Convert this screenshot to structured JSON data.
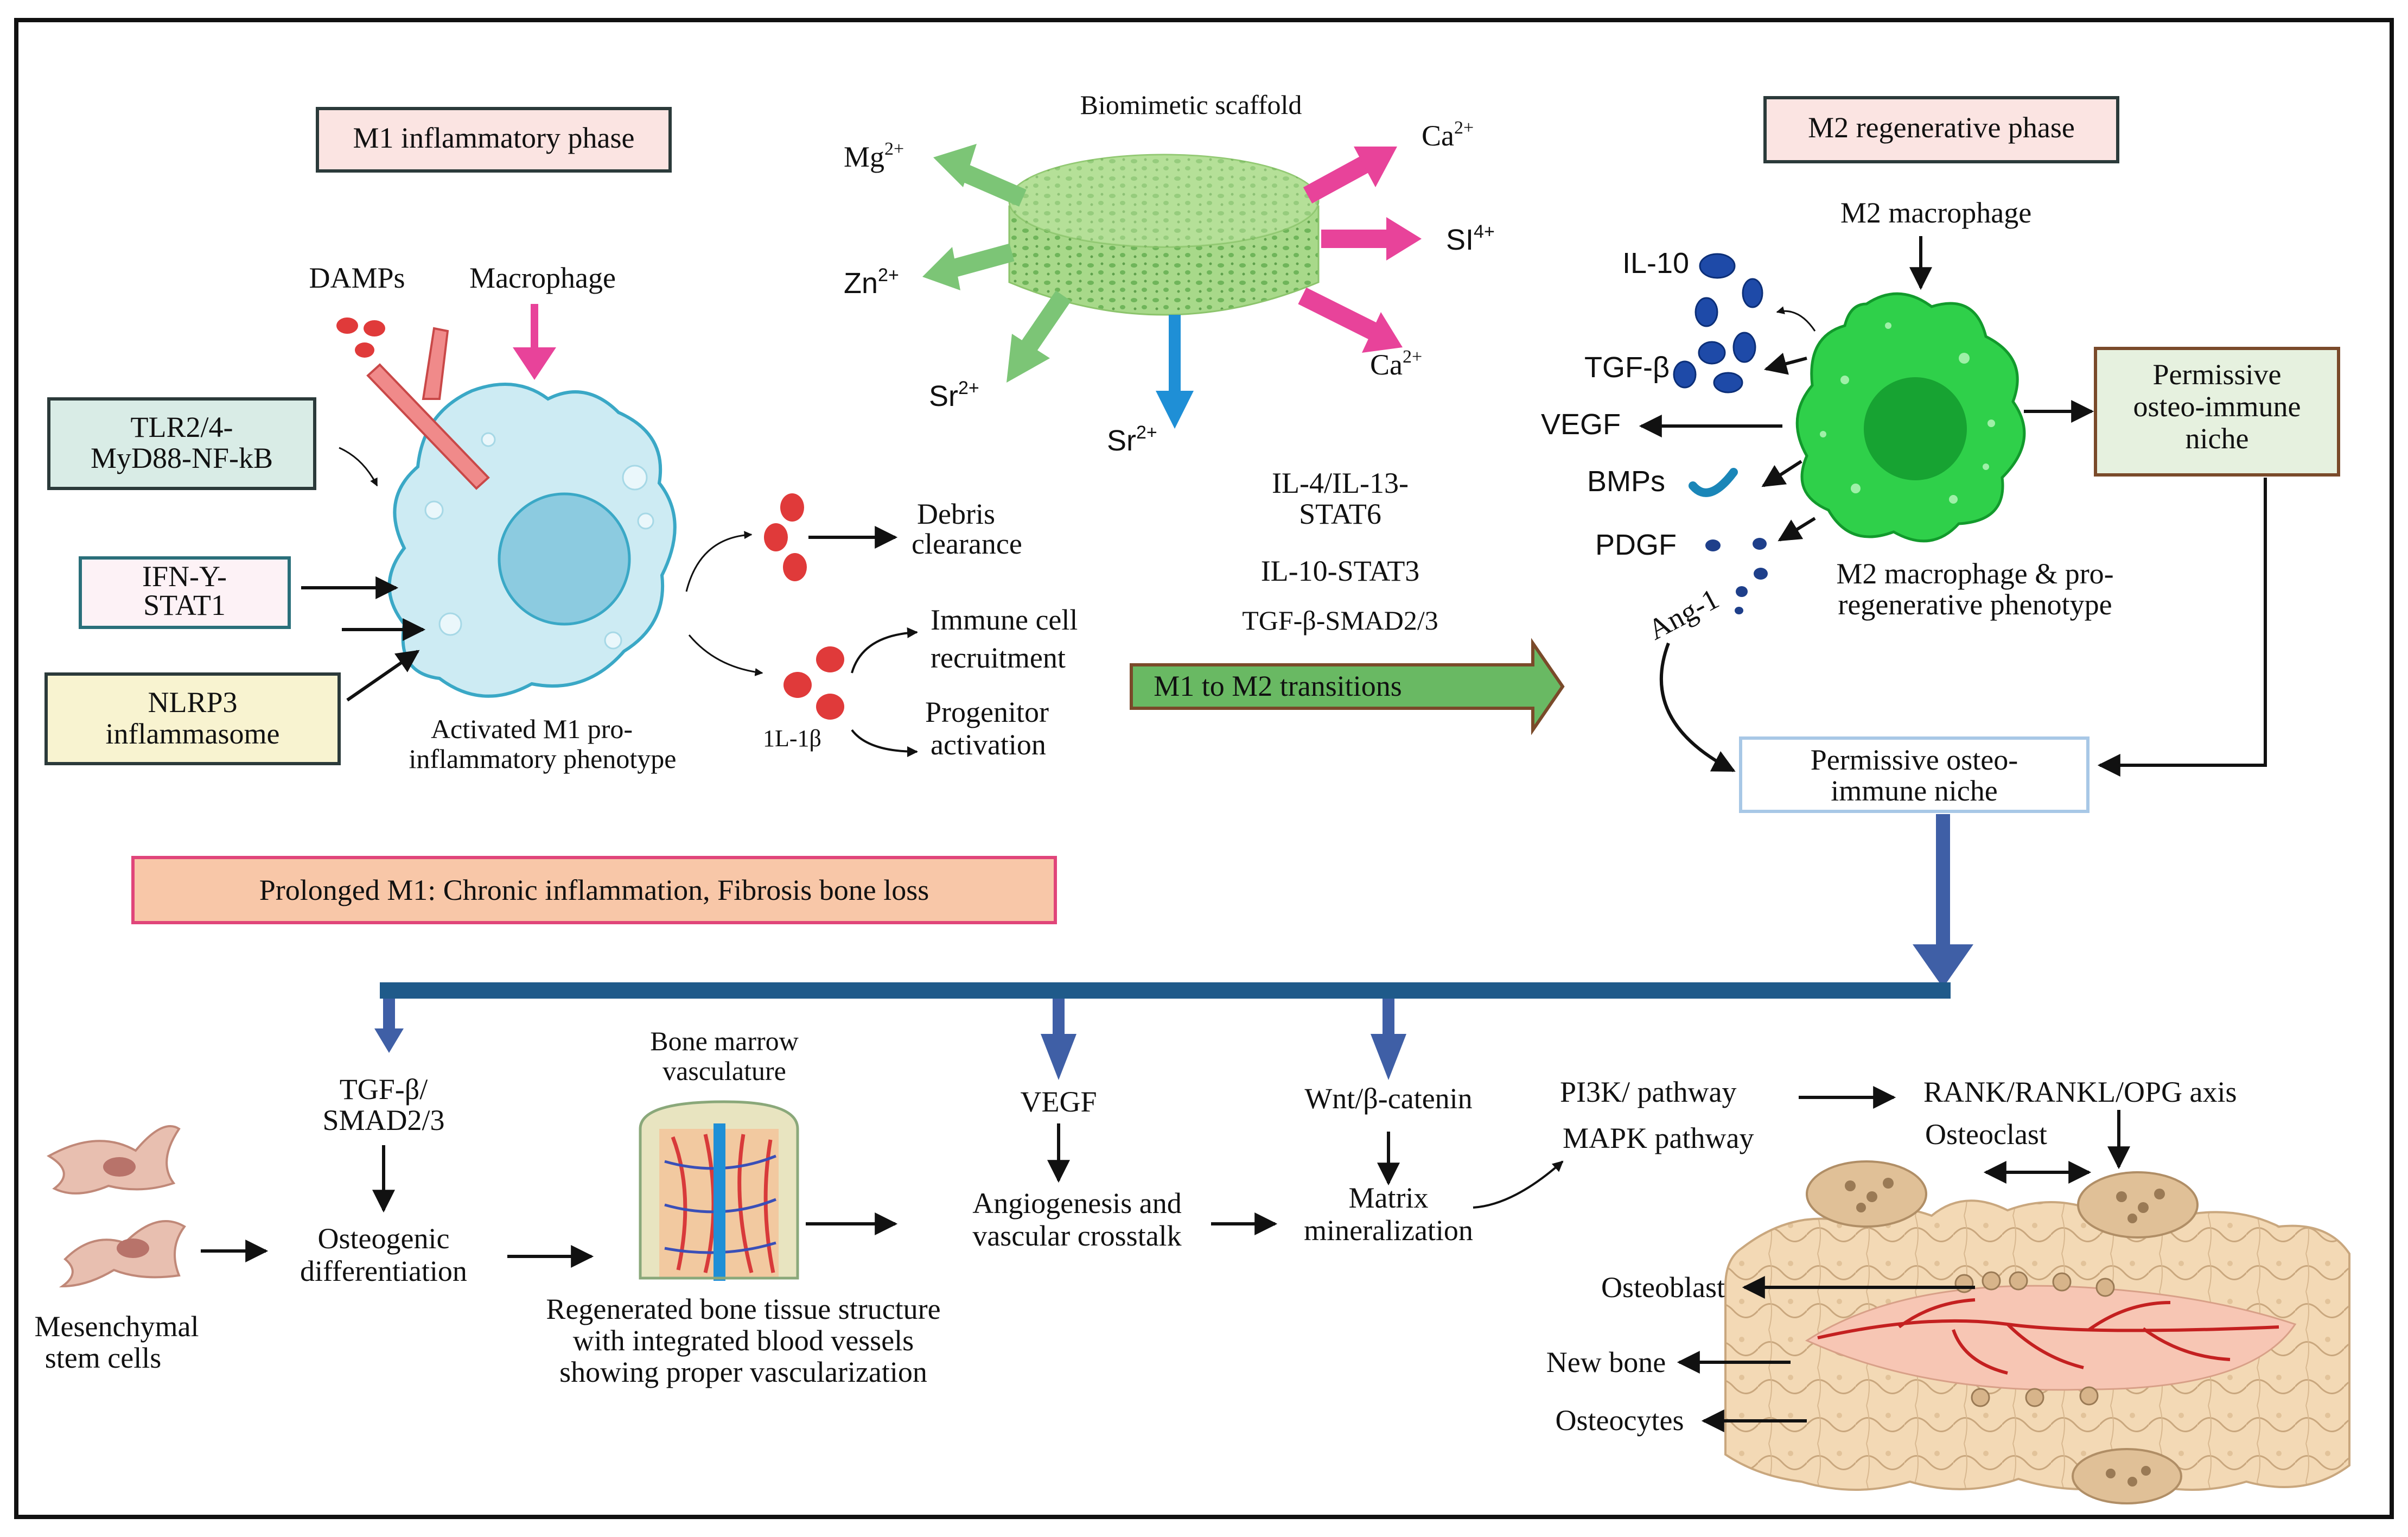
{
  "m1": {
    "phase_label": "M1 inflammatory phase",
    "damps": "DAMPs",
    "macrophage": "Macrophage",
    "tlr_1": "TLR2/4-",
    "tlr_2": "MyD88-NF-kB",
    "ifn_1": "IFN-Y-",
    "ifn_2": "STAT1",
    "nlrp3_1": "NLRP3",
    "nlrp3_2": "inflammasome",
    "activated_1": "Activated M1 pro-",
    "activated_2": "inflammatory phenotype",
    "debris_1": "Debris",
    "debris_2": "clearance",
    "il1b": "1L-1β",
    "immune_1": "Immune cell",
    "immune_2": "recruitment",
    "progenitor_1": "Progenitor",
    "progenitor_2": "activation",
    "prolonged": "Prolonged M1: Chronic inflammation, Fibrosis bone loss"
  },
  "scaffold": {
    "title": "Biomimetic scaffold",
    "ions": {
      "mg": "Mg",
      "mg_charge": "2+",
      "zn": "Zn",
      "zn_charge": "2+",
      "sr_left": "Sr",
      "sr_left_charge": "2+",
      "sr_bottom": "Sr",
      "sr_bottom_charge": "2+",
      "ca_top": "Ca",
      "ca_top_charge": "2+",
      "si": "SI",
      "si_charge": "4+",
      "ca_bottom": "Ca",
      "ca_bottom_charge": "2+"
    }
  },
  "transition": {
    "il4_1": "IL-4/IL-13-",
    "il4_2": "STAT6",
    "il10": "IL-10-STAT3",
    "tgf": "TGF-β-SMAD2/3",
    "arrow_label": "M1 to M2 transitions"
  },
  "m2": {
    "phase_label": "M2 regenerative phase",
    "macrophage": "M2 macrophage",
    "il10": "IL-10",
    "tgfb": "TGF-β",
    "vegf": "VEGF",
    "bmps": "BMPs",
    "pdgf": "PDGF",
    "ang1": "Ang-1",
    "phenotype_1": "M2 macrophage & pro-",
    "phenotype_2": "regenerative phenotype",
    "niche_box_1": "Permissive",
    "niche_box_2": "osteo-immune",
    "niche_box_3": "niche",
    "niche_main_1": "Permissive osteo-",
    "niche_main_2": "immune niche"
  },
  "bottom": {
    "tgf_1": "TGF-β/",
    "tgf_2": "SMAD2/3",
    "bm_1": "Bone marrow",
    "bm_2": "vasculature",
    "vegf": "VEGF",
    "wnt": "Wnt/β-catenin",
    "pi3k": "PI3K/ pathway",
    "mapk": "MAPK pathway",
    "rank": "RANK/RANKL/OPG axis",
    "osteoclast": "Osteoclast",
    "osteo_1": "Osteogenic",
    "osteo_2": "differentiation",
    "angio_1": "Angiogenesis and",
    "angio_2": "vascular crosstalk",
    "matrix_1": "Matrix",
    "matrix_2": "mineralization",
    "msc_1": "Mesenchymal",
    "msc_2": "stem cells",
    "regen_1": "Regenerated bone tissue structure",
    "regen_2": "with integrated blood vessels",
    "regen_3": "showing  proper vascularization",
    "osteoblast": "Osteoblast",
    "new_bone": "New bone",
    "osteocytes": "Osteocytes"
  },
  "colors": {
    "ion_green": "#7cc576",
    "ion_pink": "#e8439a",
    "ion_blue": "#1f8fd6",
    "m1_cell": "#cdebf3",
    "m1_nucleus": "#8ccbe0",
    "m2_cell": "#2fd04a",
    "m2_nucleus": "#17a332",
    "flow_blue": "#3f5fa6",
    "bar_blue": "#1f5a8a"
  }
}
